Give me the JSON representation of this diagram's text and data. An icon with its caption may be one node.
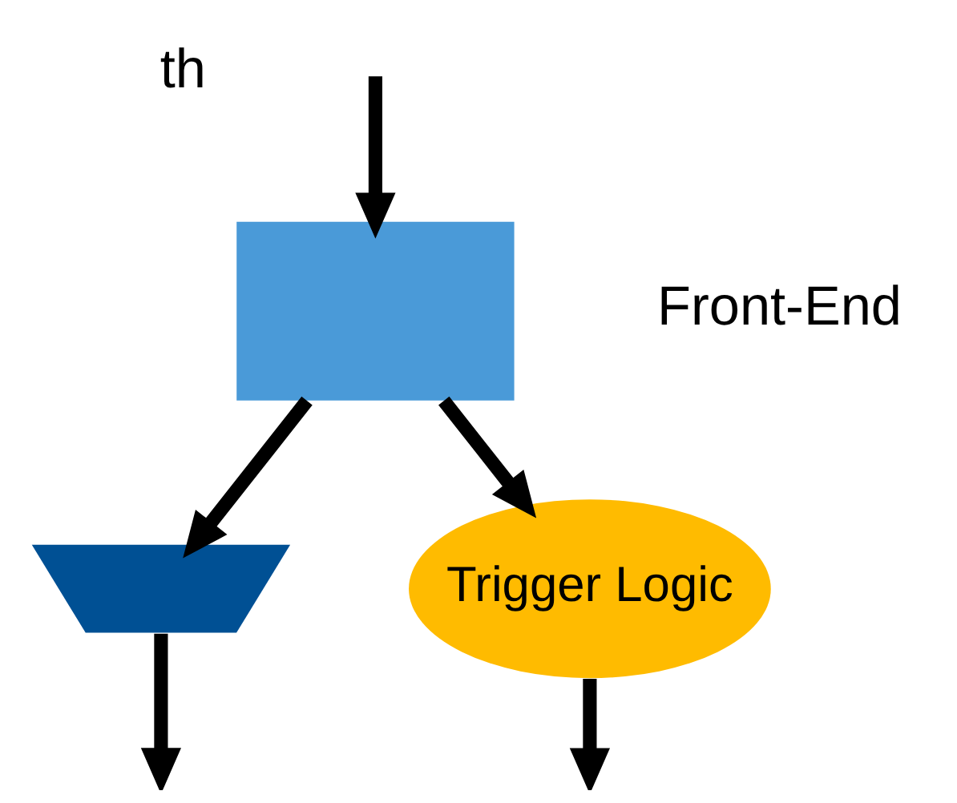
{
  "diagram": {
    "nodes": [
      {
        "text": [],
        "shape": "box",
        "beside": [
          "Front-End"
        ]
      },
      {
        "text": [],
        "shape": "trapezoid"
      },
      {
        "text": [
          "Trigger Logic"
        ]
      }
    ],
    "edges": [
      {
        "from": null,
        "to": 0,
        "arrow": "to"
      },
      {
        "from": 0,
        "to": 2,
        "arrow": "to"
      },
      {
        "from": 0,
        "to": 1,
        "arrow": "to"
      },
      {
        "from": 1,
        "to": null,
        "arrow": "to"
      },
      {
        "from": 2,
        "to": null,
        "arrow": "to"
      }
    ],
    "labels": [
      "th"
    ]
  }
}
